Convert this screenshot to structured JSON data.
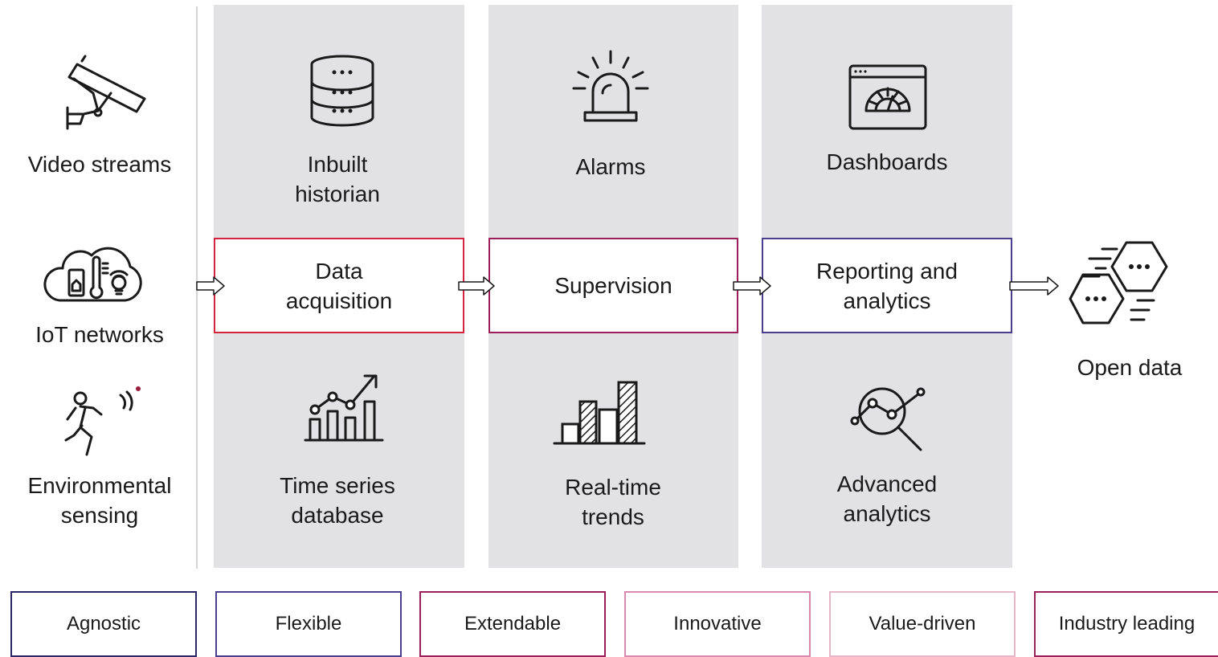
{
  "sources": [
    {
      "label": "Video streams",
      "icon": "cctv-camera-icon"
    },
    {
      "label": "IoT networks",
      "icon": "iot-cloud-icon"
    },
    {
      "label": "Environmental sensing",
      "icon": "motion-sensor-icon"
    }
  ],
  "columns": [
    {
      "top_label": "Inbuilt historian",
      "top_icon": "database-server-icon",
      "stage": "Data acquisition",
      "stage_color": "#d4243f",
      "bottom_label": "Time series database",
      "bottom_icon": "growth-chart-icon"
    },
    {
      "top_label": "Alarms",
      "top_icon": "alarm-siren-icon",
      "stage": "Supervision",
      "stage_color": "#9a1f5a",
      "bottom_label": "Real-time trends",
      "bottom_icon": "bar-chart-icon"
    },
    {
      "top_label": "Dashboards",
      "top_icon": "dashboard-gauge-icon",
      "stage": "Reporting and analytics",
      "stage_color": "#4a3f8f",
      "bottom_label": "Advanced analytics",
      "bottom_icon": "analytics-magnifier-icon"
    }
  ],
  "output": {
    "label": "Open data",
    "icon": "hexagon-data-icon"
  },
  "attributes": [
    {
      "label": "Agnostic",
      "color": "#2c2766"
    },
    {
      "label": "Flexible",
      "color": "#4a3f8f"
    },
    {
      "label": "Extendable",
      "color": "#9a1f5a"
    },
    {
      "label": "Innovative",
      "color": "#d98aae"
    },
    {
      "label": "Value-driven",
      "color": "#e8b6c9"
    },
    {
      "label": "Industry leading",
      "color": "#9a1f5a"
    }
  ]
}
